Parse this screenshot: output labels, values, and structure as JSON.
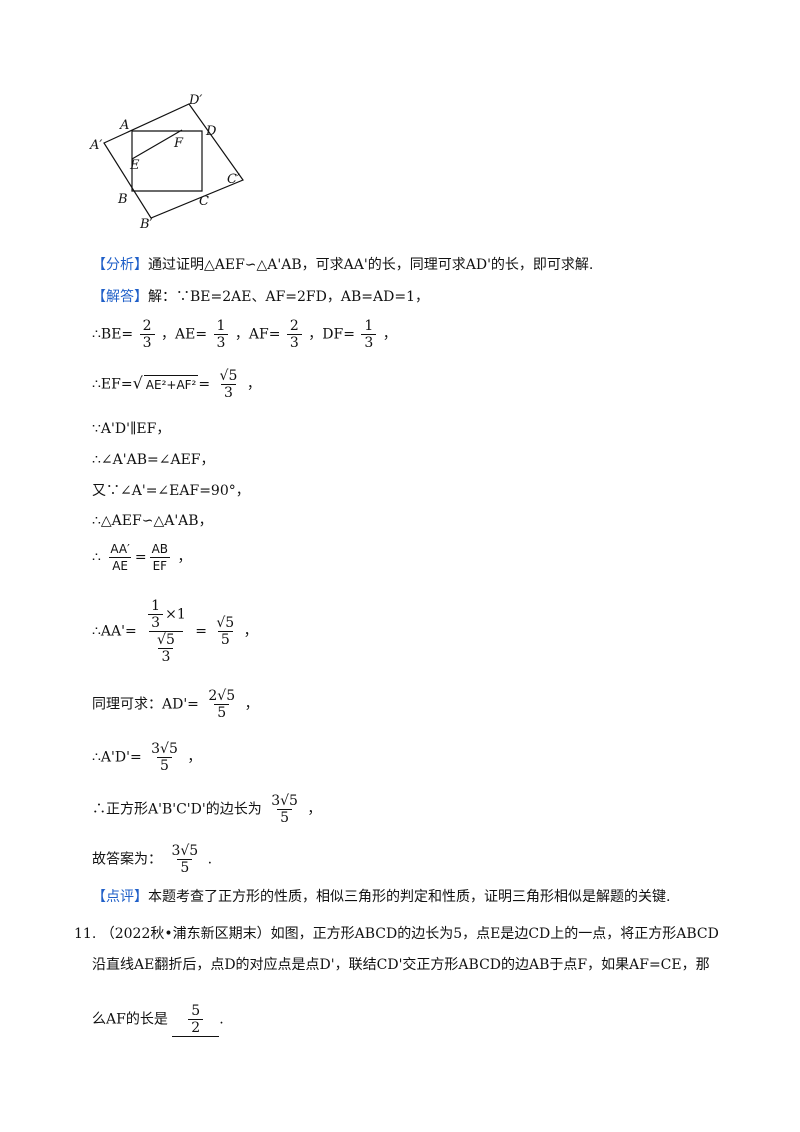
{
  "figure": {
    "labels": {
      "A": "A",
      "Ap": "A′",
      "B": "B",
      "Bp": "B′",
      "C": "C",
      "Cp": "C′",
      "D": "D",
      "Dp": "D′",
      "E": "E",
      "F": "F"
    }
  },
  "analysis": {
    "tag": "【分析】",
    "text": "通过证明△AEF∽△A'AB，可求AA'的长，同理可求AD'的长，即可求解."
  },
  "solution": {
    "tag": "【解答】",
    "intro": "解：∵BE=2AE、AF=2FD，AB=AD=1，",
    "l1": {
      "prefix": "∴BE=",
      "be": [
        "2",
        "3"
      ],
      "sep1": "，AE=",
      "ae": [
        "1",
        "3"
      ],
      "sep2": "，AF=",
      "af": [
        "2",
        "3"
      ],
      "sep3": "，DF=",
      "df": [
        "1",
        "3"
      ],
      "end": "，"
    },
    "l2": {
      "prefix": "∴EF=",
      "sqrt_body": "AE²+AF²",
      "eq": "=",
      "num": "√5",
      "den": "3",
      "end": "，"
    },
    "l3": "∵A'D'∥EF，",
    "l4": "∴∠A'AB=∠AEF，",
    "l5": "又∵∠A'=∠EAF=90°，",
    "l6": "∴△AEF∽△A'AB，",
    "l7": {
      "prefix": "∴",
      "n1": "AA′",
      "d1": "AE",
      "eq": "=",
      "n2": "AB",
      "d2": "EF",
      "end": "，"
    },
    "l8": {
      "prefix": "∴AA'=",
      "top_n": "1",
      "top_d": "3",
      "times": "×1",
      "bot_n": "√5",
      "bot_d": "3",
      "eq": "=",
      "n": "√5",
      "d": "5",
      "end": "，"
    },
    "l9": {
      "prefix": "同理可求：AD'=",
      "n": "2√5",
      "d": "5",
      "end": "，"
    },
    "l10": {
      "prefix": "∴A'D'=",
      "n": "3√5",
      "d": "5",
      "end": "，"
    },
    "l11": {
      "prefix": "∴正方形A'B'C'D'的边长为",
      "n": "3√5",
      "d": "5",
      "end": "，"
    },
    "l12": {
      "prefix": "故答案为：",
      "n": "3√5",
      "d": "5",
      "end": "."
    }
  },
  "comment": {
    "tag": "【点评】",
    "text": "本题考查了正方形的性质，相似三角形的判定和性质，证明三角形相似是解题的关键."
  },
  "question": {
    "number": "11.",
    "line1": "（2022秋•浦东新区期末）如图，正方形ABCD的边长为5，点E是边CD上的一点，将正方形ABCD",
    "line2": "沿直线AE翻折后，点D的对应点是点D'，联结CD'交正方形ABCD的边AB于点F，如果AF=CE，那",
    "line3_prefix": "么AF的长是",
    "answer_n": "5",
    "answer_d": "2",
    "line3_end": "."
  }
}
